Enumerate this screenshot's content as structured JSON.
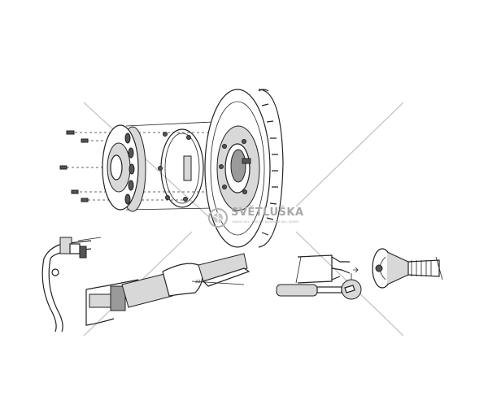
{
  "watermark": {
    "brand": "SVĚTLUŠKA",
    "tagline": "HAJOVÉ DÍLY, ZÁRUKA, NÁHRADNÍ DÍLY, SERVIS",
    "logo_icon": "firefly-emblem-icon",
    "color": "#a8a8a8"
  },
  "panels": [
    {
      "name": "wheel-cover-exploded-view"
    },
    {
      "name": "valve-extension-detail"
    },
    {
      "name": "valve-wrench-detail"
    },
    {
      "name": "valve-core-tool-detail"
    },
    {
      "name": "countersunk-screw-detail"
    }
  ]
}
